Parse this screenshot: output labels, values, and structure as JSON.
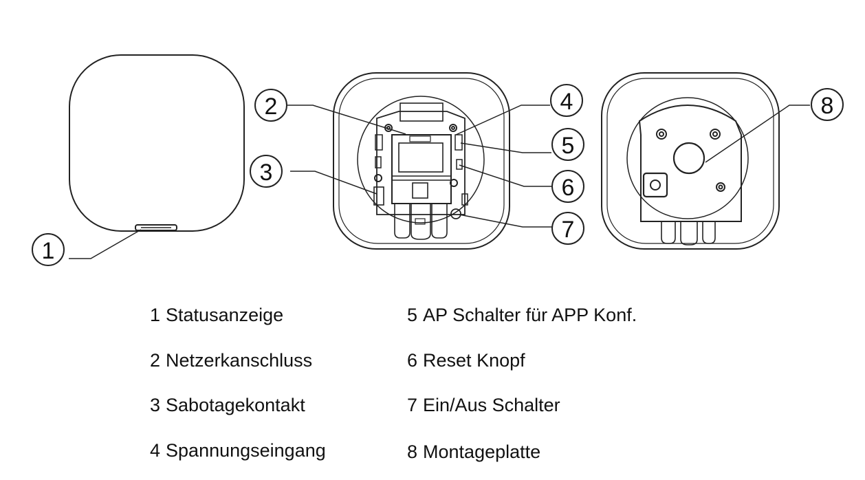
{
  "callouts": [
    {
      "number": "1",
      "label": "Statusanzeige"
    },
    {
      "number": "2",
      "label": "Netzerkanschluss"
    },
    {
      "number": "3",
      "label": "Sabotagekontakt"
    },
    {
      "number": "4",
      "label": "Spannungseingang"
    },
    {
      "number": "5",
      "label": "AP Schalter für APP Konf."
    },
    {
      "number": "6",
      "label": "Reset Knopf"
    },
    {
      "number": "7",
      "label": "Ein/Aus Schalter"
    },
    {
      "number": "8",
      "label": "Montageplatte"
    }
  ]
}
